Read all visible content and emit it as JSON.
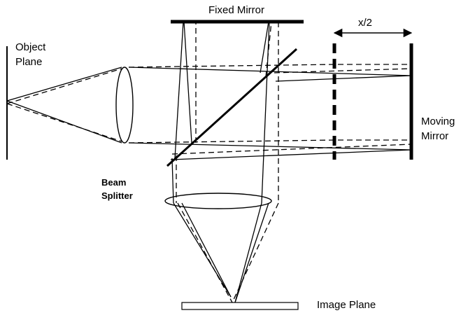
{
  "labels": {
    "fixed_mirror": "Fixed Mirror",
    "object_plane_line1": "Object",
    "object_plane_line2": "Plane",
    "x_half": "x/2",
    "moving_mirror_line1": "Moving",
    "moving_mirror_line2": "Mirror",
    "beam_splitter_line1": "Beam",
    "beam_splitter_line2": "Splitter",
    "image_plane": "Image Plane"
  }
}
